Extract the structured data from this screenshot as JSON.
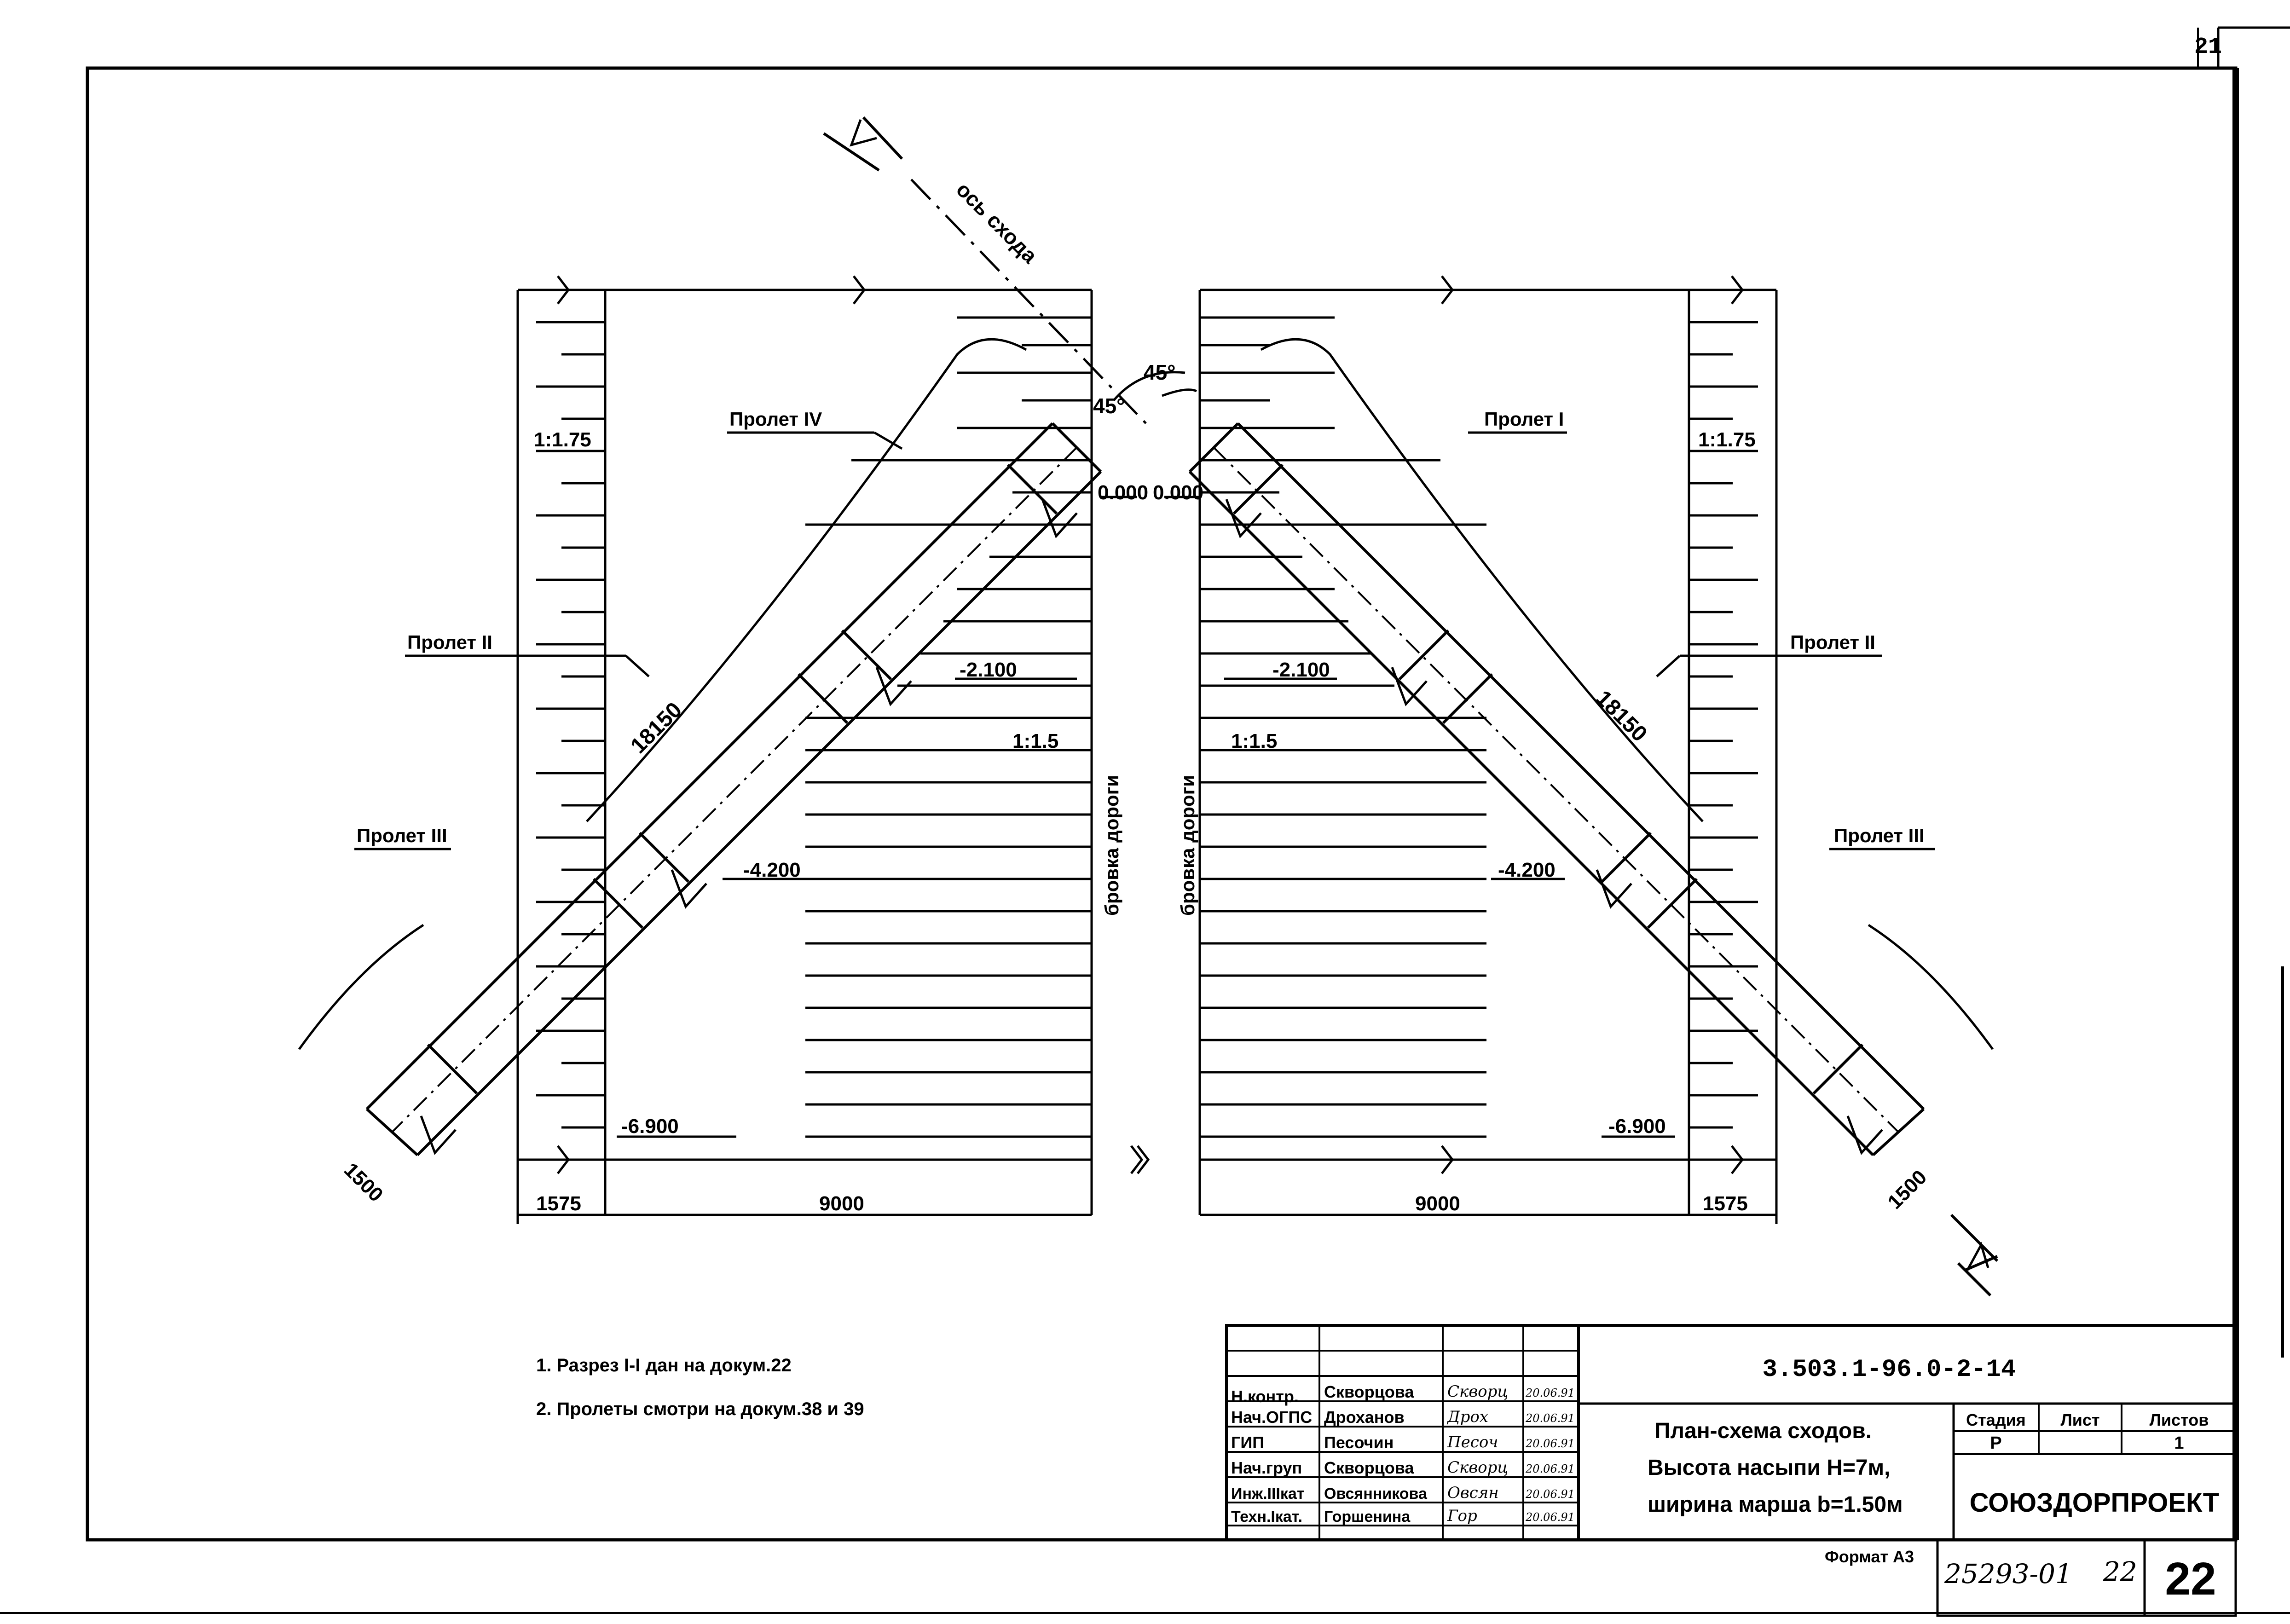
{
  "corner_sheet": "21",
  "axis_label": "ось схода",
  "angles": {
    "top": "45°",
    "inner": "45°"
  },
  "levels": {
    "top_left": "0.000",
    "top_right": "0.000",
    "l2": "-2.100",
    "l3": "-4.200",
    "l4": "-6.900"
  },
  "spans": {
    "left_top": "Пролет IV",
    "right_top": "Пролет I",
    "left_mid": "Пролет II",
    "right_mid": "Пролет II",
    "left_low": "Пролет III",
    "right_low": "Пролет III"
  },
  "slopes": {
    "outer_left": "1:1.75",
    "outer_right": "1:1.75",
    "inner_left": "1:1.5",
    "inner_right": "1:1.5"
  },
  "dims": {
    "stair_length_left": "18150",
    "stair_length_right": "18150",
    "march_width_left": "1500",
    "march_width_right": "1500",
    "berm_left": "1575",
    "berm_right": "1575",
    "slope_left": "9000",
    "slope_right": "9000"
  },
  "road_edge": {
    "left": "бровка дороги",
    "right": "бровка дороги"
  },
  "notes": [
    "1. Разрез I-I дан на докум.22",
    "2. Пролеты смотри на докум.38 и 39"
  ],
  "title_block": {
    "doc_code": "3.503.1-96.0-2-14",
    "title_lines": [
      "План-схема сходов.",
      "Высота насыпи Н=7м,",
      "ширина марша b=1.50м"
    ],
    "stage_header": "Стадия",
    "sheet_header": "Лист",
    "sheets_header": "Листов",
    "stage": "Р",
    "sheet": "",
    "sheets": "1",
    "org": "СОЮЗДОРПРОЕКТ",
    "people": [
      {
        "role": "Н.контр.",
        "name": "Скворцова",
        "sign": "Скворц",
        "date": "20.06.91"
      },
      {
        "role": "Нач.ОГПС",
        "name": "Дроханов",
        "sign": "Дрох",
        "date": "20.06.91"
      },
      {
        "role": "ГИП",
        "name": "Песочин",
        "sign": "Песоч",
        "date": "20.06.91"
      },
      {
        "role": "Нач.груп",
        "name": "Скворцова",
        "sign": "Скворц",
        "date": "20.06.91"
      },
      {
        "role": "Инж.IIIкат",
        "name": "Овсянникова",
        "sign": "Овсян",
        "date": "20.06.91"
      },
      {
        "role": "Техн.Iкат.",
        "name": "Горшенина",
        "sign": "Гор",
        "date": "20.06.91"
      }
    ]
  },
  "format": "Формат А3",
  "archive_no": "25293-01",
  "archive_sheet": "22",
  "page_no": "22"
}
